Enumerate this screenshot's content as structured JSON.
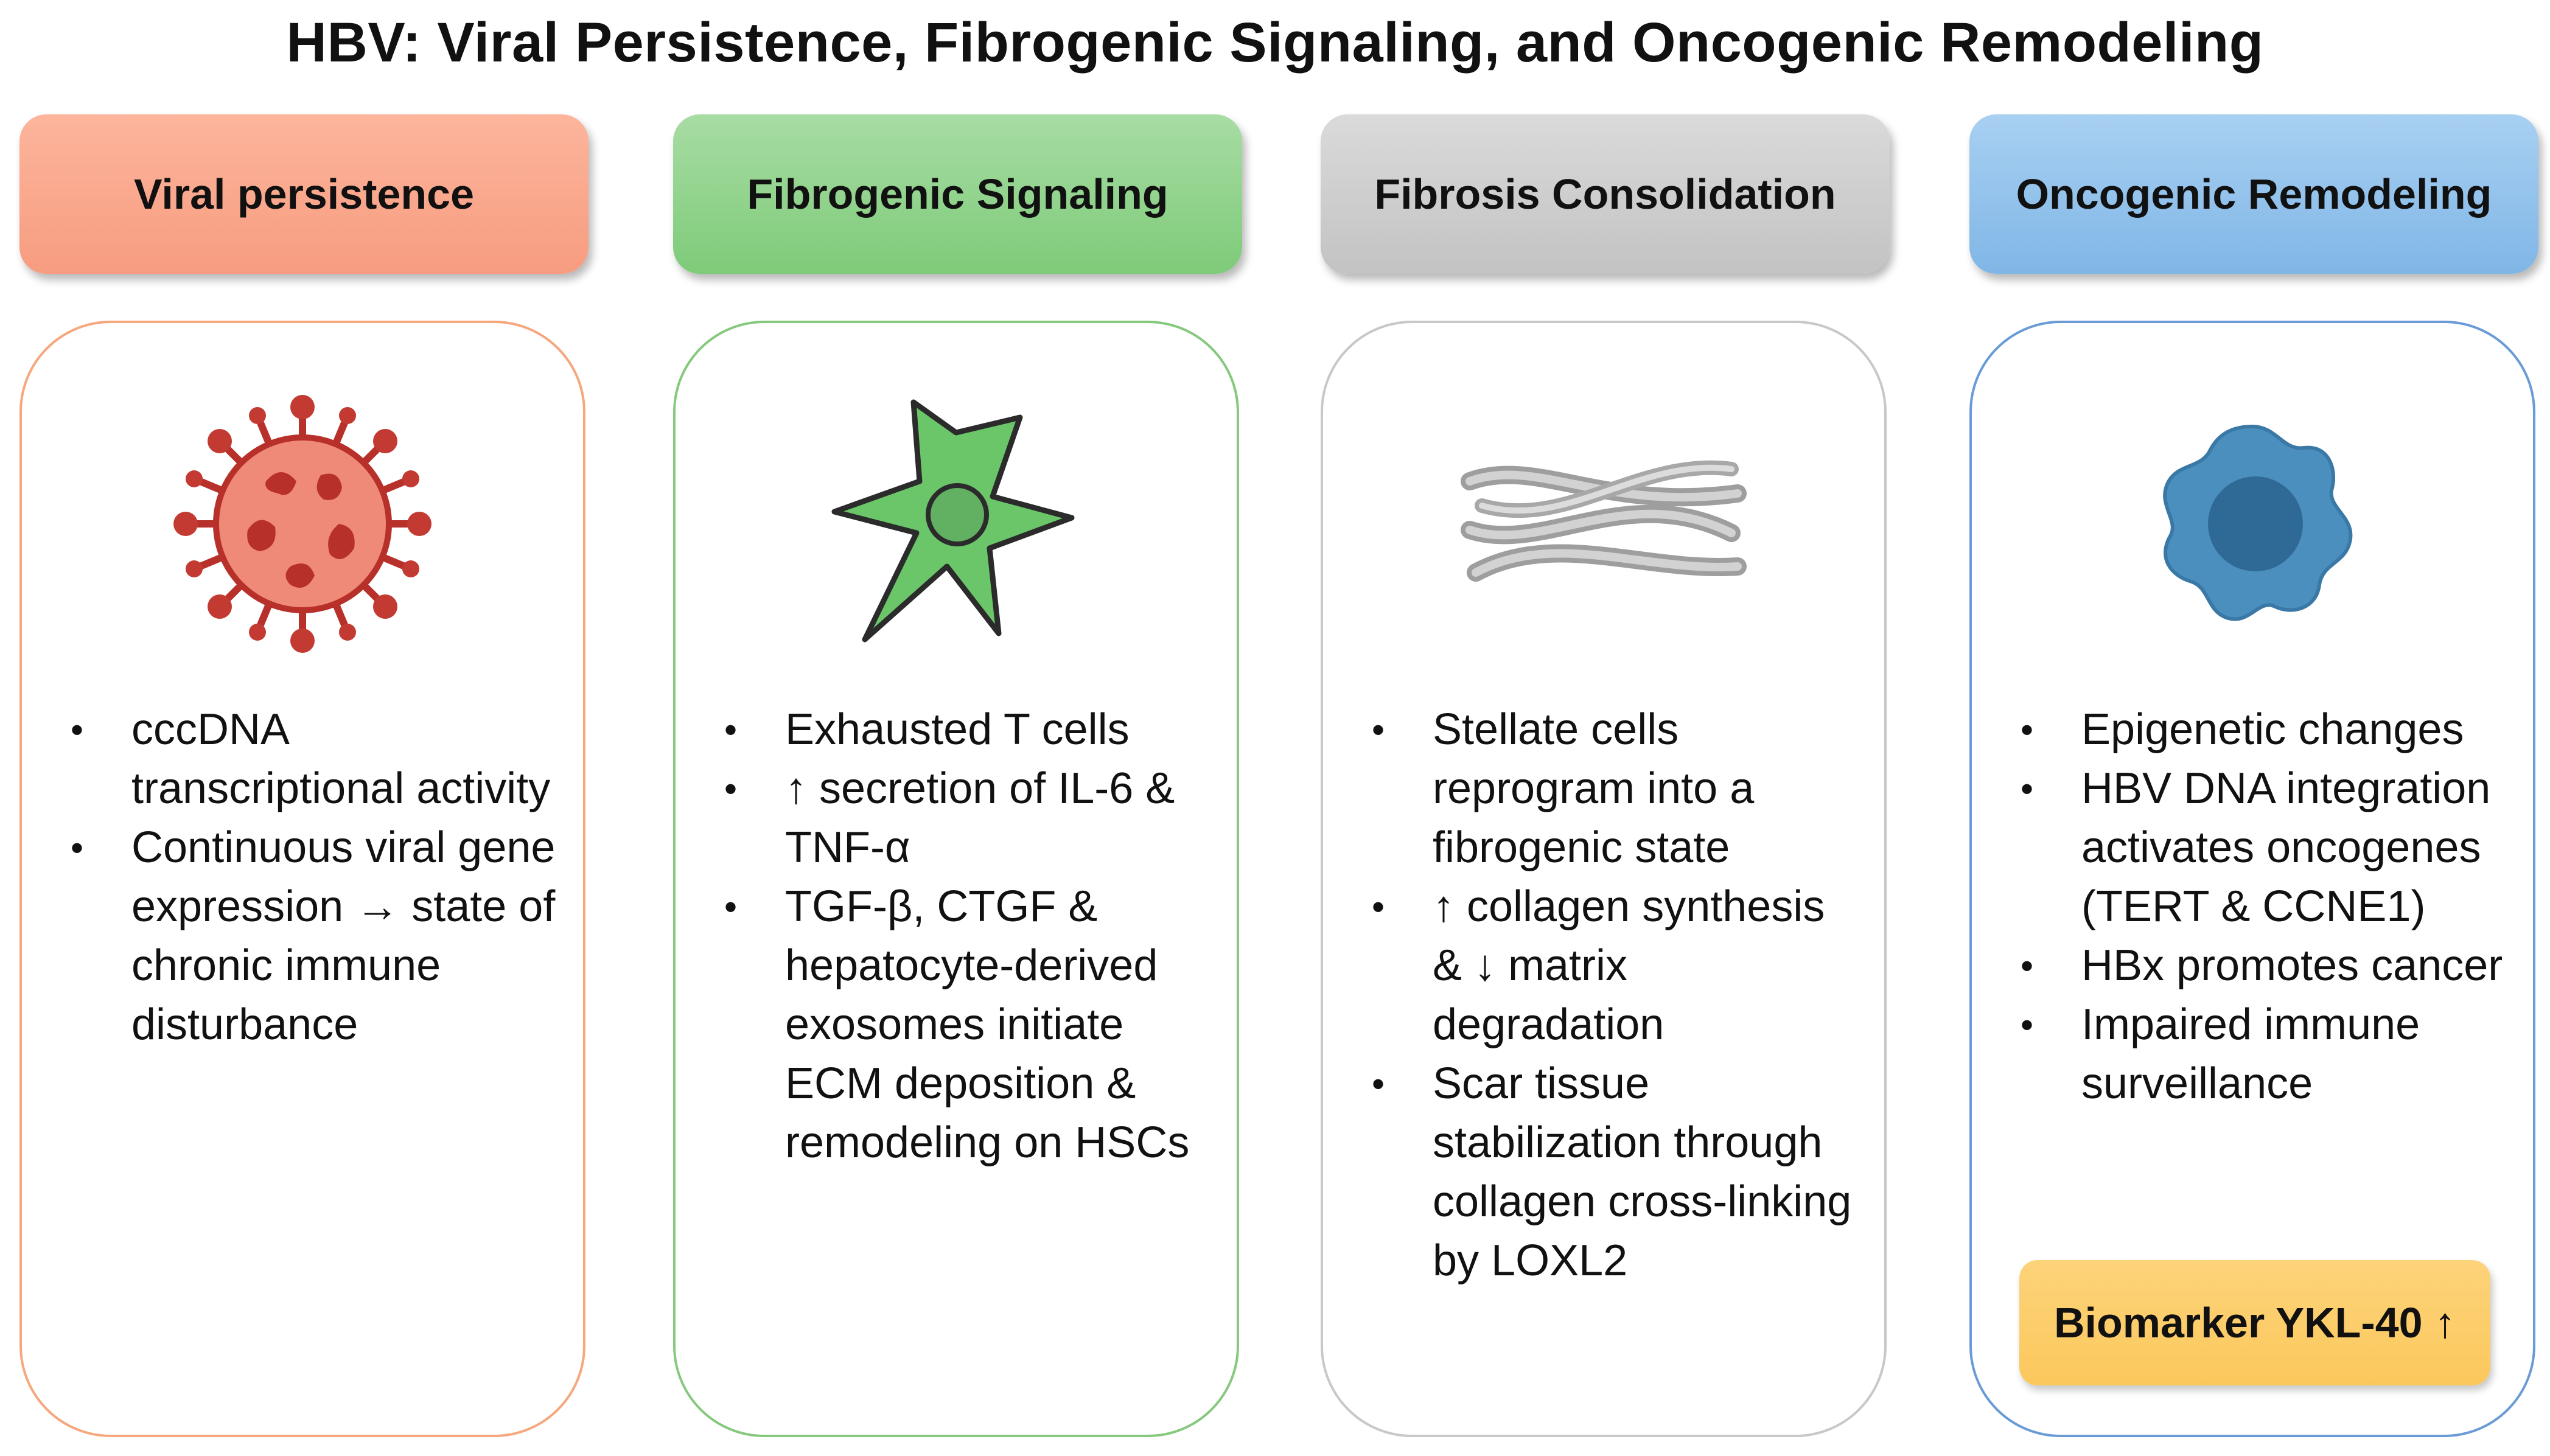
{
  "title": "HBV: Viral Persistence, Fibrogenic Signaling, and Oncogenic Remodeling",
  "colors": {
    "viral": "#f79c80",
    "fibrogenic": "#7ecb79",
    "consolidation": "#c3c3c3",
    "oncogenic": "#80b6e6",
    "biomarker": "#fbc85c"
  },
  "stages": [
    {
      "header": "Viral persistence",
      "icon": "virus-icon",
      "bullets": [
        "cccDNA transcriptional activity",
        "Continuous viral gene expression → state of chronic immune disturbance"
      ]
    },
    {
      "header": "Fibrogenic Signaling",
      "icon": "stellate-cell-icon",
      "bullets": [
        "Exhausted T cells",
        "↑ secretion of IL-6 & TNF-α",
        "TGF-β, CTGF & hepatocyte-derived exosomes initiate ECM deposition & remodeling on HSCs"
      ]
    },
    {
      "header": "Fibrosis Consolidation",
      "icon": "collagen-fibers-icon",
      "bullets": [
        "Stellate cells reprogram into a fibrogenic state",
        "↑ collagen synthesis & ↓ matrix degradation",
        "Scar tissue stabilization through collagen cross-linking by LOXL2"
      ]
    },
    {
      "header": "Oncogenic Remodeling",
      "icon": "tumor-cell-icon",
      "bullets": [
        "Epigenetic changes",
        "HBV DNA integration activates oncogenes (TERT & CCNE1)",
        "HBx promotes cancer",
        "Impaired immune surveillance"
      ],
      "biomarker": "Biomarker YKL-40 ↑"
    }
  ]
}
